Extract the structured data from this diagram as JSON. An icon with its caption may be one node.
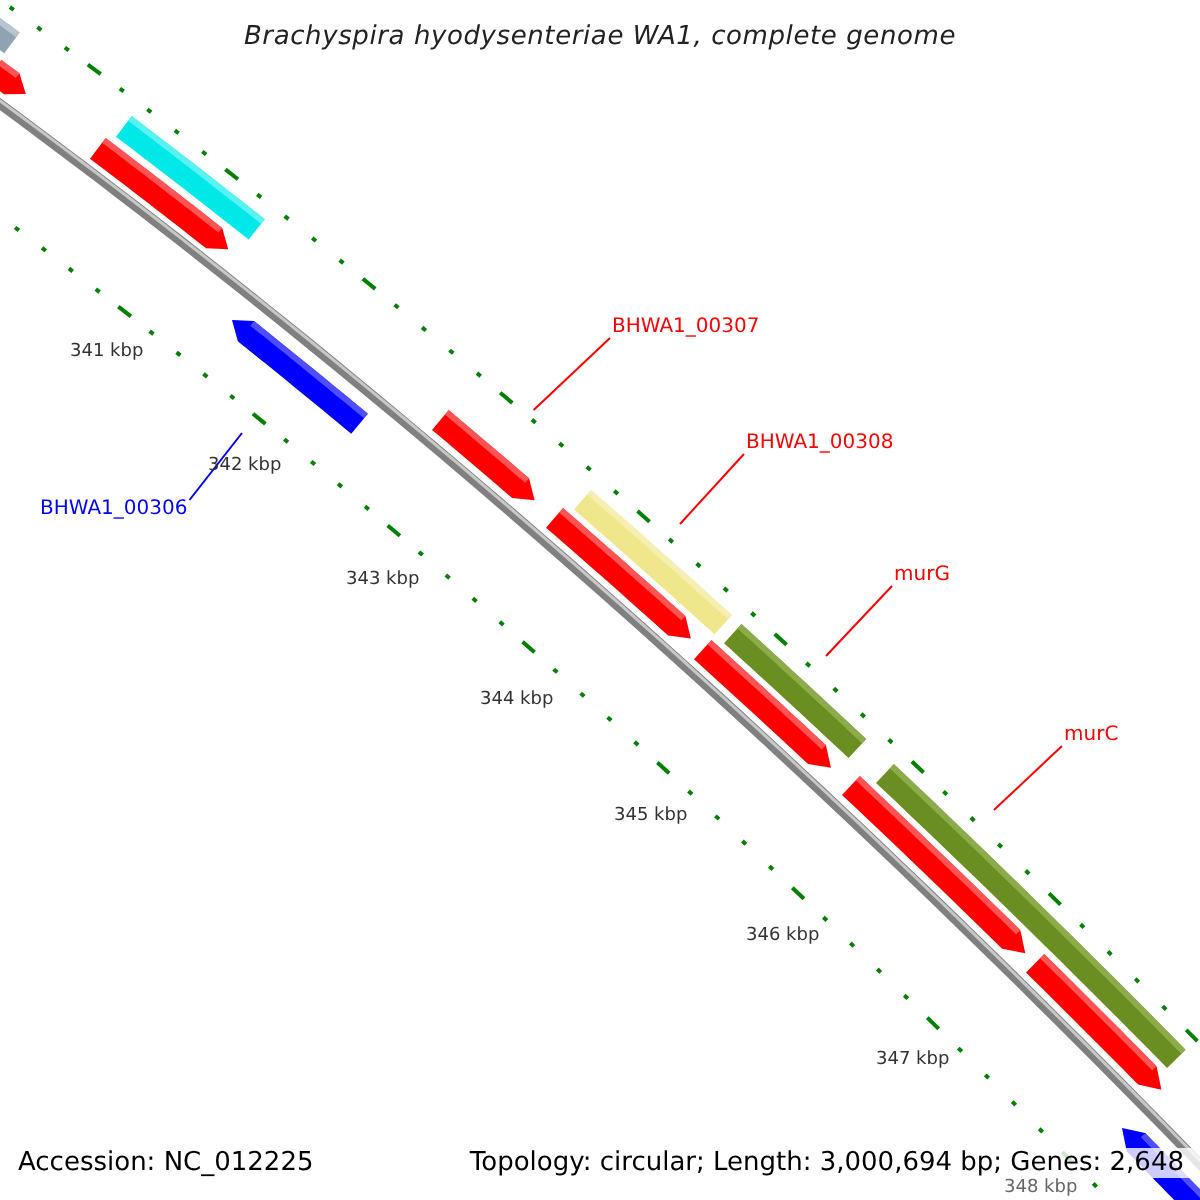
{
  "diagram": {
    "title": "Brachyspira hyodysenteriae WA1, complete genome",
    "nodes": [
      {
        "text": [],
        "shape": "bar"
      },
      {
        "text": [],
        "shape": "bar"
      },
      {
        "text": [],
        "shape": "bar"
      },
      {
        "text": [],
        "shape": "bar"
      },
      {
        "text": [],
        "shape": "bar"
      },
      {
        "text": [
          "BHWA1_00307"
        ]
      },
      {
        "text": [
          "BHWA1_00306"
        ]
      },
      {
        "text": [],
        "shape": "bar"
      },
      {
        "text": [
          "BHWA1_00308"
        ]
      },
      {
        "text": [],
        "shape": "bar"
      },
      {
        "text": [],
        "shape": "bar"
      },
      {
        "text": [
          "murG"
        ]
      },
      {
        "text": [],
        "shape": "bar"
      },
      {
        "text": [],
        "shape": "bar"
      },
      {
        "text": [
          "murC"
        ]
      },
      {
        "text": [],
        "shape": "bar"
      },
      {
        "text": [],
        "shape": "bar"
      },
      {
        "text": [],
        "shape": "bar"
      },
      {
        "text": [],
        "shape": "bar"
      }
    ],
    "edges": [
      {
        "from": 6,
        "to": 4,
        "arrow": "none",
        "color": "#0000ff"
      },
      {
        "from": 5,
        "to": 7,
        "arrow": "none"
      },
      {
        "from": 8,
        "to": 9,
        "arrow": "none"
      },
      {
        "from": 11,
        "to": 12,
        "arrow": "none"
      },
      {
        "from": 14,
        "to": 15,
        "arrow": "none"
      }
    ],
    "labels": [
      "341 kbp",
      "342 kbp",
      "343 kbp",
      "344 kbp",
      "345 kbp",
      "346 kbp",
      "347 kbp",
      "348 kbp",
      "Accession: NC_012225",
      "Topology: circular; Length: 3,000,694 bp; Genes: 2,648"
    ]
  }
}
